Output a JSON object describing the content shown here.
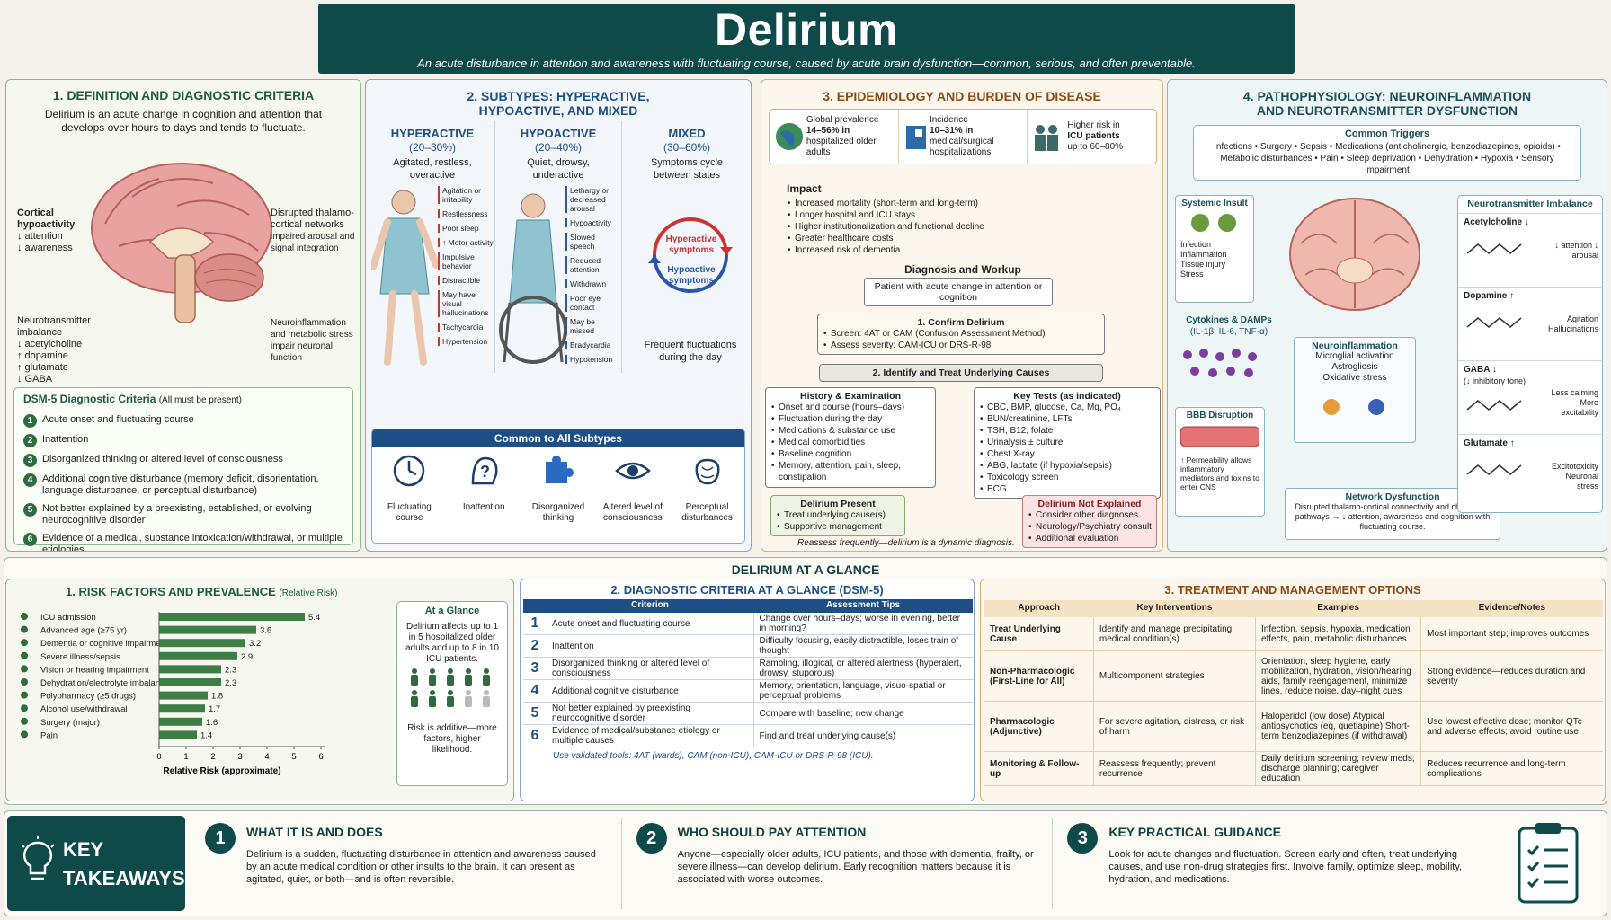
{
  "header": {
    "title": "Delirium",
    "subtitle": "An acute disturbance in attention and awareness with fluctuating course, caused by acute brain dysfunction—common, serious, and often preventable."
  },
  "definition": {
    "title": "1. DEFINITION AND DIAGNOSTIC CRITERIA",
    "intro": "Delirium is an acute change in cognition and attention that develops over hours to days and tends to fluctuate.",
    "labels": {
      "cortical_title": "Cortical hypoactivity",
      "cortical_l1": "↓ attention",
      "cortical_l2": "↓ awareness",
      "thal_title": "Disrupted thalamo-cortical networks",
      "thal_body": "impaired arousal and signal integration",
      "nt_title": "Neurotransmitter imbalance",
      "nt_l1": "↓ acetylcholine",
      "nt_l2": "↑ dopamine",
      "nt_l3": "↑ glutamate",
      "nt_l4": "↓ GABA",
      "neuro_title": "Neuroinflammation and metabolic stress impair neuronal function"
    },
    "dsm_title": "DSM-5 Diagnostic Criteria",
    "dsm_note": "(All must be present)",
    "criteria": [
      "Acute onset and fluctuating course",
      "Inattention",
      "Disorganized thinking or altered level of consciousness",
      "Additional cognitive disturbance (memory deficit, disorientation, language disturbance, or perceptual disturbance)",
      "Not better explained by a preexisting, established, or evolving neurocognitive disorder",
      "Evidence of a medical, substance intoxication/withdrawal, or multiple etiologies"
    ],
    "nums": [
      "1",
      "2",
      "3",
      "4",
      "5",
      "6"
    ]
  },
  "subtypes": {
    "title1": "2. SUBTYPES: HYPERACTIVE,",
    "title2": "HYPOACTIVE, AND MIXED",
    "hyper": {
      "name": "HYPERACTIVE",
      "pct": "(20–30%)",
      "desc": "Agitated, restless, overactive",
      "signs": [
        "Agitation or irritability",
        "Restlessness",
        "Poor sleep",
        "↑ Motor activity",
        "Impulsive behavior",
        "Distractible",
        "May have visual hallucinations",
        "Tachycardia",
        "Hypertension"
      ]
    },
    "hypo": {
      "name": "HYPOACTIVE",
      "pct": "(20–40%)",
      "desc": "Quiet, drowsy, underactive",
      "signs": [
        "Lethargy or decreased arousal",
        "Hypoactivity",
        "Slowed speech",
        "Reduced attention",
        "Withdrawn",
        "Poor eye contact",
        "May be missed",
        "Bradycardia",
        "Hypotension"
      ]
    },
    "mixed": {
      "name": "MIXED",
      "pct": "(30–60%)",
      "desc": "Symptoms cycle between states",
      "cycle1": "Hyperactive symptoms",
      "cycle2": "Hypoactive symptoms",
      "note": "Frequent fluctuations during the day"
    },
    "common_title": "Common to All Subtypes",
    "common": [
      "Fluctuating course",
      "Inattention",
      "Disorganized thinking",
      "Altered level of consciousness",
      "Perceptual disturbances"
    ]
  },
  "epi": {
    "title": "3. EPIDEMIOLOGY AND BURDEN OF DISEASE",
    "stats": [
      {
        "label": "Global prevalence",
        "value": "14–56% in",
        "rest": "hospitalized older adults"
      },
      {
        "label": "Incidence",
        "value": "10–31% in",
        "rest": "medical/surgical hospitalizations"
      },
      {
        "label": "Higher risk in",
        "value": "ICU patients",
        "rest": "up to 60–80%"
      }
    ],
    "impact_title": "Impact",
    "impact": [
      "Increased mortality (short-term and long-term)",
      "Longer hospital and ICU stays",
      "Higher institutionalization and functional decline",
      "Greater healthcare costs",
      "Increased risk of dementia"
    ],
    "workup_title": "Diagnosis and Workup",
    "start": "Patient with acute change in attention or cognition",
    "confirm_title": "1. Confirm Delirium",
    "confirm": [
      "Screen: 4AT or CAM (Confusion Assessment Method)",
      "Assess severity: CAM-ICU or DRS-R-98"
    ],
    "identify": "2. Identify and Treat Underlying Causes",
    "hx_title": "History & Examination",
    "hx": [
      "Onset and course (hours–days)",
      "Fluctuation during the day",
      "Medications & substance use",
      "Medical comorbidities",
      "Baseline cognition",
      "Memory, attention, pain, sleep, constipation"
    ],
    "tests_title": "Key Tests (as indicated)",
    "tests": [
      "CBC, BMP, glucose, Ca, Mg, PO₄",
      "BUN/creatinine, LFTs",
      "TSH, B12, folate",
      "Urinalysis ± culture",
      "Chest X-ray",
      "ABG, lactate (if hypoxia/sepsis)",
      "Toxicology screen",
      "ECG"
    ],
    "present_title": "Delirium Present",
    "present": [
      "Treat underlying cause(s)",
      "Supportive management"
    ],
    "notexp_title": "Delirium Not Explained",
    "notexp": [
      "Consider other diagnoses",
      "Neurology/Psychiatry consult",
      "Additional evaluation"
    ],
    "reassess": "Reassess frequently—delirium is a dynamic diagnosis."
  },
  "patho": {
    "title1": "4. PATHOPHYSIOLOGY: NEUROINFLAMMATION",
    "title2": "AND NEUROTRANSMITTER DYSFUNCTION",
    "triggers_title": "Common Triggers",
    "triggers": "Infections • Surgery • Sepsis • Medications (anticholinergic, benzodiazepines, opioids) • Metabolic disturbances • Pain • Sleep deprivation • Dehydration • Hypoxia • Sensory impairment",
    "insult_title": "Systemic Insult",
    "insult": [
      "Infection",
      "Inflammation",
      "Tissue injury",
      "Stress"
    ],
    "cyto_title": "Cytokines & DAMPs",
    "cyto_sub": "(IL-1β, IL-6, TNF-α)",
    "bbb_title": "BBB Disruption",
    "bbb_body": "↑ Permeability allows inflammatory mediators and toxins to enter CNS",
    "ni_title": "Neuroinflammation",
    "ni": [
      "Microglial activation",
      "Astrogliosis",
      "Oxidative stress"
    ],
    "nd_title": "Network Dysfunction",
    "nd_body": "Disrupted thalamo-cortical connectivity and cholinergic pathways → ↓ attention, awareness and cognition with fluctuating course.",
    "nti_title": "Neurotransmitter Imbalance",
    "nt": [
      {
        "name": "Acetylcholine ↓",
        "effect": "↓ attention ↓ arousal"
      },
      {
        "name": "Dopamine ↑",
        "effect": "Agitation Hallucinations"
      },
      {
        "name": "GABA ↓",
        "sub": "(↓ inhibitory tone)",
        "effect": "Less calming More excitability"
      },
      {
        "name": "Glutamate ↑",
        "effect": "Excitotoxicity Neuronal stress"
      }
    ]
  },
  "glance": {
    "title": "DELIRIUM AT A GLANCE"
  },
  "risk": {
    "title": "1. RISK FACTORS AND PREVALENCE",
    "title_note": "(Relative Risk)",
    "xlabel": "Relative Risk (approximate)",
    "ticks": [
      "0",
      "1",
      "2",
      "3",
      "4",
      "5",
      "6"
    ],
    "side_title": "At a Glance",
    "side_body": "Delirium affects up to 1 in 5 hospitalized older adults and up to 8 in 10 ICU patients.",
    "side_note": "Risk is additive—more factors, higher likelihood."
  },
  "chart_data": {
    "type": "bar",
    "orientation": "horizontal",
    "xlabel": "Relative Risk (approximate)",
    "xlim": [
      0,
      6
    ],
    "categories": [
      "ICU admission",
      "Advanced age (≥75 yr)",
      "Dementia or cognitive impairment",
      "Severe illness/sepsis",
      "Vision or hearing impairment",
      "Dehydration/electrolyte imbalance",
      "Polypharmacy (≥5 drugs)",
      "Alcohol use/withdrawal",
      "Surgery (major)",
      "Pain"
    ],
    "values": [
      5.4,
      3.6,
      3.2,
      2.9,
      2.3,
      2.3,
      1.8,
      1.7,
      1.6,
      1.4
    ],
    "value_labels": [
      "5.4",
      "3.6",
      "3.2",
      "2.9",
      "2.3",
      "2.3",
      "1.8",
      "1.7",
      "1.6",
      "1.4"
    ],
    "color": "#3e7d45"
  },
  "dx": {
    "title": "2. DIAGNOSTIC CRITERIA AT A GLANCE (DSM-5)",
    "col1": "Criterion",
    "col2": "Assessment Tips",
    "rows": [
      {
        "n": "1",
        "c": "Acute onset and fluctuating course",
        "t": "Change over hours–days; worse in evening, better in morning?"
      },
      {
        "n": "2",
        "c": "Inattention",
        "t": "Difficulty focusing, easily distractible, loses train of thought"
      },
      {
        "n": "3",
        "c": "Disorganized thinking or altered level of consciousness",
        "t": "Rambling, illogical, or altered alertness (hyperalert, drowsy, stuporous)"
      },
      {
        "n": "4",
        "c": "Additional cognitive disturbance",
        "t": "Memory, orientation, language, visuo-spatial or perceptual problems"
      },
      {
        "n": "5",
        "c": "Not better explained by preexisting neurocognitive disorder",
        "t": "Compare with baseline; new change"
      },
      {
        "n": "6",
        "c": "Evidence of medical/substance etiology or multiple causes",
        "t": "Find and treat underlying cause(s)"
      }
    ],
    "tools": "Use validated tools:  4AT (wards), CAM (non-ICU), CAM-ICU or DRS-R-98 (ICU)."
  },
  "treat": {
    "title": "3. TREATMENT AND MANAGEMENT OPTIONS",
    "cols": [
      "Approach",
      "Key Interventions",
      "Examples",
      "Evidence/Notes"
    ],
    "rows": [
      {
        "a": "Treat Underlying Cause",
        "k": "Identify and manage precipitating medical condition(s)",
        "e": "Infection, sepsis, hypoxia, medication effects, pain, metabolic disturbances",
        "n": "Most important step; improves outcomes"
      },
      {
        "a": "Non-Pharmacologic (First-Line for All)",
        "k": "Multicomponent strategies",
        "e": "Orientation, sleep hygiene, early mobilization, hydration, vision/hearing aids, family reengagement, minimize lines, reduce noise, day–night cues",
        "n": "Strong evidence—reduces duration and severity"
      },
      {
        "a": "Pharmacologic (Adjunctive)",
        "k": "For severe agitation, distress, or risk of harm",
        "e": "Haloperidol (low dose) Atypical antipsychotics (eg, quetiapine) Short-term benzodiazepines (if withdrawal)",
        "n": "Use lowest effective dose; monitor QTc and adverse effects; avoid routine use"
      },
      {
        "a": "Monitoring & Follow-up",
        "k": "Reassess frequently; prevent recurrence",
        "e": "Daily delirium screening; review meds; discharge planning; caregiver education",
        "n": "Reduces recurrence and long-term complications"
      }
    ]
  },
  "takeaways": {
    "title1": "KEY",
    "title2": "TAKEAWAYS",
    "items": [
      {
        "n": "1",
        "title": "WHAT IT IS AND DOES",
        "body": "Delirium is a sudden, fluctuating disturbance in attention and awareness caused by an acute medical condition or other insults to the brain. It can present as agitated, quiet, or both—and is often reversible."
      },
      {
        "n": "2",
        "title": "WHO SHOULD PAY ATTENTION",
        "body": "Anyone—especially older adults, ICU patients, and those with dementia, frailty, or severe illness—can develop delirium. Early recognition matters because it is associated with worse outcomes."
      },
      {
        "n": "3",
        "title": "KEY PRACTICAL GUIDANCE",
        "body": "Look for acute changes and fluctuation. Screen early and often, treat underlying causes, and use non-drug strategies first. Involve family, optimize sleep, mobility, hydration, and medications."
      }
    ]
  },
  "colors": {
    "header": "#0f4a4a",
    "green": "#2e6b3e",
    "blue": "#1d4e86",
    "orange": "#c87a2c",
    "teal": "#1a5a5a"
  }
}
